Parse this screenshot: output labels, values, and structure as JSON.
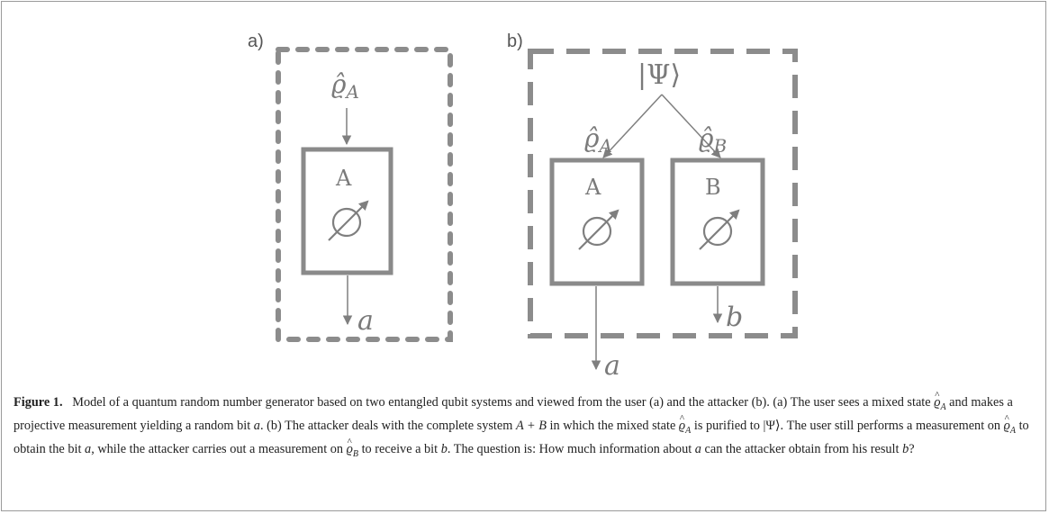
{
  "figure": {
    "panel_a": {
      "label": "a)",
      "input_state": "ϱ̂",
      "input_sub": "A",
      "box": "A",
      "output": "a"
    },
    "panel_b": {
      "label": "b)",
      "source_state": "|Ψ⟩",
      "left_state": "ϱ̂",
      "left_sub": "A",
      "right_state": "ϱ̂",
      "right_sub": "B",
      "box_left": "A",
      "box_right": "B",
      "output_left": "a",
      "output_right": "b"
    },
    "colors": {
      "ink": "#7f7f7f",
      "dash": "#8c8c8c"
    }
  },
  "caption": {
    "heading": "Figure 1.",
    "p1": "Model of a quantum random number generator based on two entangled qubit systems and viewed from the user (a) and the attacker (b). (a) The user sees a mixed state",
    "p2": "and makes a projective measurement yielding a random bit",
    "p3": ". (b) The attacker deals with the complete system",
    "sys": "A + B",
    "p4": "in which the mixed state",
    "p5": "is purified to",
    "psi": "|Ψ⟩",
    "p6": ". The user still performs a measurement on",
    "p7": "to obtain the bit",
    "p8": ", while the attacker carries out a measurement on",
    "p9": "to receive a bit",
    "p10": ". The question is: How much information about",
    "p11": "can the attacker obtain from his result",
    "p12": "?",
    "rho": "ϱ",
    "hat": "^",
    "sub_a": "A",
    "sub_b": "B",
    "bit_a": "a",
    "bit_b": "b"
  }
}
